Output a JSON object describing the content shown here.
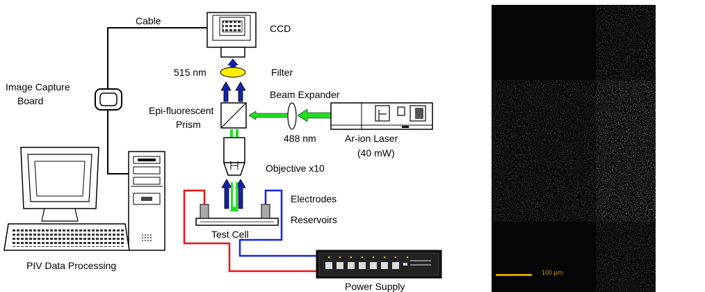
{
  "labels": {
    "cable": "Cable",
    "ccd": "CCD",
    "filter": "Filter",
    "wavelength_emission": "515 nm",
    "image_capture_board_1": "Image Capture",
    "image_capture_board_2": "Board",
    "beam_expander": "Beam Expander",
    "epi_prism_1": "Epi-fluorescent",
    "epi_prism_2": "Prism",
    "wavelength_laser": "488 nm",
    "laser_1": "Ar-ion Laser",
    "laser_2": "(40 mW)",
    "objective": "Objective x10",
    "electrodes": "Electrodes",
    "reservoirs": "Reservoirs",
    "test_cell": "Test Cell",
    "piv": "PIV Data Processing",
    "power_supply": "Power Supply"
  },
  "micrograph": {
    "scale_label": "100 μm"
  },
  "colors": {
    "laser_beam": "#22dd22",
    "emission": "#1122aa",
    "filter": "#ffee00",
    "positive_wire": "#ee1111",
    "negative_wire": "#1122ee",
    "scale_bar": "#d9a400"
  }
}
